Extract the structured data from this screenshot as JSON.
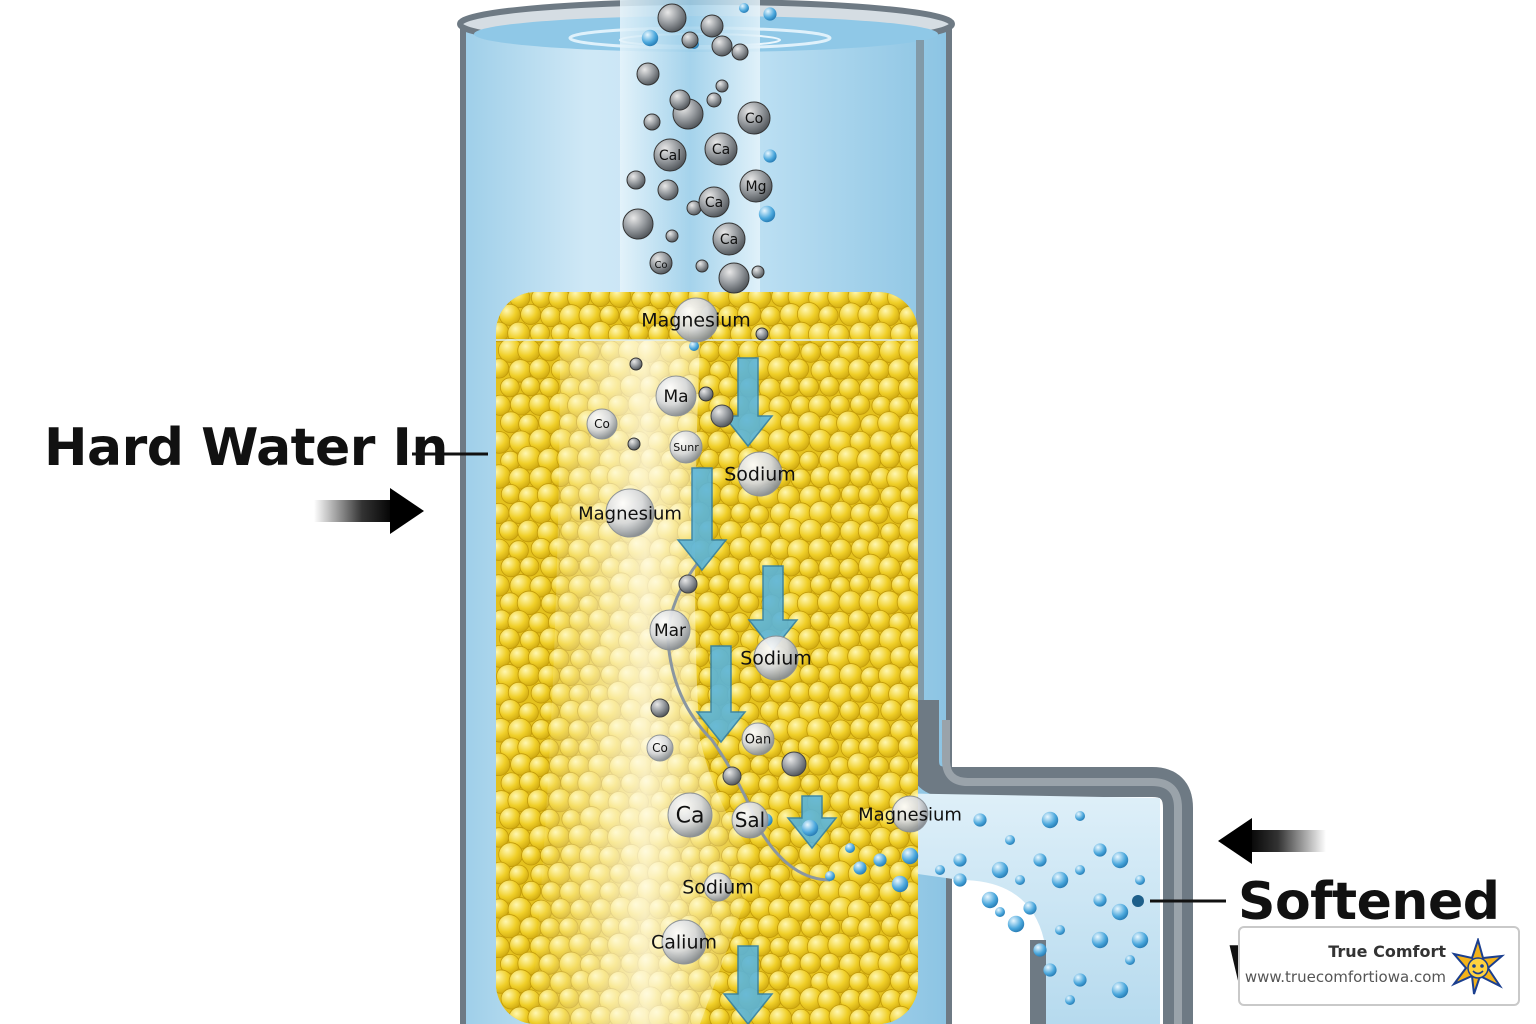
{
  "labels": {
    "hard_water_in": "Hard Water In",
    "softened": "Softened",
    "softened_cut": "W"
  },
  "falling_ions": [
    "Co",
    "Cal",
    "Ca",
    "Mg",
    "Ca",
    "Ca",
    "Co"
  ],
  "resin_ions": [
    "Magnesium",
    "Ma",
    "Co",
    "Sunr",
    "Sodium",
    "Magnesium",
    "Mar",
    "Sodium",
    "Oan",
    "Co",
    "Ca",
    "Sal",
    "Magnesium",
    "Sodium",
    "Calium"
  ],
  "badge": {
    "name": "True Comfort",
    "url": "www.truecomfortiowa.com"
  },
  "colors": {
    "water": "#b7dcf1",
    "resin": "#f2d22e",
    "tank_wall": "#6e7a84",
    "arrow_blue": "#5ab4da"
  }
}
